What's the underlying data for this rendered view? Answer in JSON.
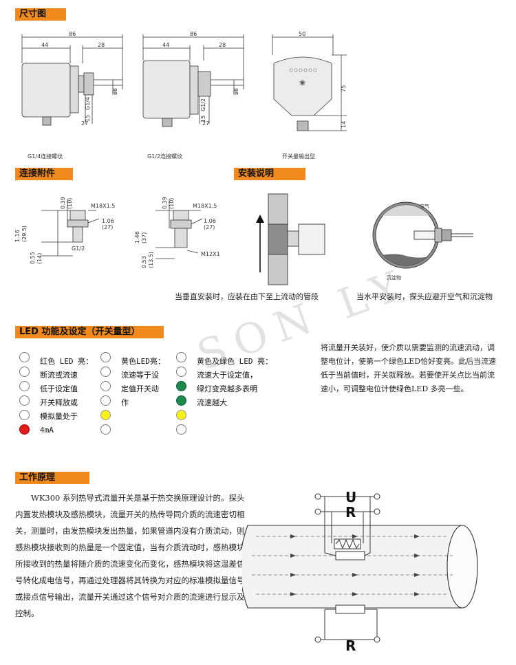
{
  "sections": {
    "dimensions": "尺寸图",
    "accessories": "连接附件",
    "installation": "安装说明",
    "led": "LED 功能及设定（开关量型）",
    "principle": "工作原理"
  },
  "drawing1": {
    "d86": "86",
    "d44": "44",
    "d28": "28",
    "d8": "ø8",
    "dg": "G1/4",
    "d15": "15",
    "d27": "27",
    "caption": "G1/4连接螺纹"
  },
  "drawing2": {
    "d86": "86",
    "d44": "44",
    "d28": "28",
    "d8": "ø8",
    "dg": "G1/2",
    "d15": "15",
    "d27": "27",
    "caption": "G1/2连接螺纹"
  },
  "drawing3": {
    "d50": "50",
    "d75": "75",
    "d14": "14",
    "caption": "开关量输出型"
  },
  "fitting1": {
    "a": "0.39",
    "a2": "(10)",
    "m": "M18X1.5",
    "b": "1.06",
    "b2": "(27)",
    "c": "1.16",
    "c2": "(29.5)",
    "d": "0.55",
    "d2": "(14)",
    "g": "G1/2"
  },
  "fitting2": {
    "a": "0.39",
    "a2": "(10)",
    "m": "M18X1.5",
    "b": "1.06",
    "b2": "(27)",
    "c": "1.46",
    "c2": "(37)",
    "d": "0.53",
    "d2": "(13.5)",
    "g": "M12X1"
  },
  "install": {
    "air_label": "空气",
    "sediment_label": "沉淀物",
    "vertical_note": "当垂直安装时，应装在由下至上流动的管段",
    "horizontal_note": "当水平安装时，探头应避开空气和沉淀物"
  },
  "led_col1": [
    "红色 LED 亮：",
    "断流或流速",
    "低于设定值",
    "开关释放或",
    "模拟量处于",
    "4mA"
  ],
  "led_col2": [
    "黄色LED亮：",
    "流速等于设",
    "定值开关动",
    "作"
  ],
  "led_col3": [
    "黄色及绿色 LED 亮：",
    "流速大于设定值，",
    "绿灯变亮越多表明",
    "流速越大"
  ],
  "led_col1_colors": [
    "off",
    "off",
    "off",
    "off",
    "off",
    "red"
  ],
  "led_col2_colors": [
    "off",
    "off",
    "off",
    "off",
    "yellow",
    "off"
  ],
  "led_col3_colors": [
    "off",
    "off",
    "green",
    "green",
    "yellow",
    "off"
  ],
  "led_desc": "将流量开关装好，使介质以需要监测的流速流动，调整电位计，使第一个绿色LED恰好变亮。此后当流速低于当前值时，开关就释放。若要使开关点比当前流速小，可调整电位计使绿色LED 多亮一些。",
  "principle_text": "WK300 系列热导式流量开关是基于热交换原理设计的。探头内置发热模块及感热模块，流量开关的热传导同介质的流速密切相关，测量时，由发热模块发出热量，如果管道内没有介质流动，则感热模块接收到的热量是一个固定值，当有介质流动时，感热模块所接收到的热量将随介质的流速变化而变化，感热模块将这温差信号转化成电信号，再通过处理器将其转换为对应的标准模拟量信号或接点信号输出，流量开关通过这个信号对介质的流速进行显示及控制。",
  "schematic": {
    "u": "U",
    "r_top": "R",
    "r_bottom": "R"
  },
  "watermark": "SON LY",
  "colors": {
    "header": "#f08a1e",
    "led_red": "#e21b1b",
    "led_yellow": "#f6f018",
    "led_green": "#1e8a4a"
  }
}
